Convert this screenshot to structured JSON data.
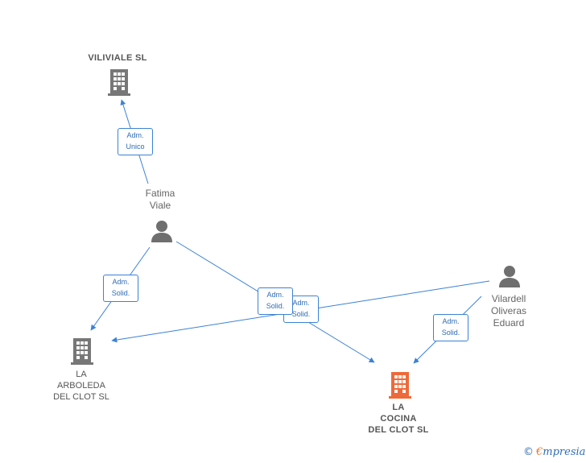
{
  "colors": {
    "edge": "#3b82d6",
    "company_icon": "#777777",
    "company_icon_main": "#ee6a3a",
    "person_icon": "#6f6f6f"
  },
  "companies": {
    "viliviale": "VILIVIALE  SL",
    "la_arboleda": [
      "LA",
      "ARBOLEDA",
      "DEL CLOT  SL"
    ],
    "la_cocina": [
      "LA",
      "COCINA",
      "DEL CLOT  SL"
    ]
  },
  "persons": {
    "fatima": [
      "Fatima",
      "Viale"
    ],
    "vilardell": [
      "Vilardell",
      "Oliveras",
      "Eduard"
    ]
  },
  "roles": {
    "adm_unico": [
      "Adm.",
      "Unico"
    ],
    "adm_solid": [
      "Adm.",
      "Solid."
    ]
  },
  "brand": {
    "copyright": "©",
    "name_first": "€",
    "name_rest": "mpresia"
  }
}
